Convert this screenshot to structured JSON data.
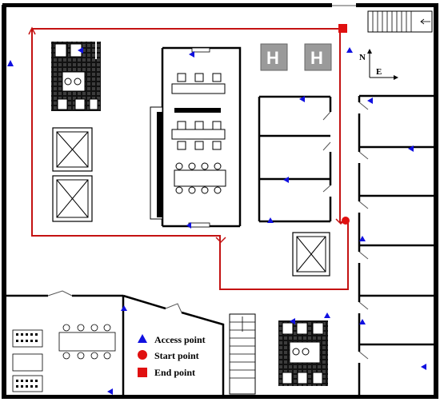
{
  "compass": {
    "north": "N",
    "east": "E"
  },
  "legend": {
    "items": [
      {
        "label": "Access point",
        "color": "#1010e0",
        "shape": "triangle"
      },
      {
        "label": "Start point",
        "color": "#e01010",
        "shape": "circle"
      },
      {
        "label": "End point",
        "color": "#e01010",
        "shape": "square"
      }
    ]
  },
  "helipad": {
    "letter": "H"
  },
  "colors": {
    "route": "#c41212",
    "access": "#1010e0",
    "marker": "#e01010"
  },
  "icons": [
    "access-point-icon",
    "start-point-icon",
    "end-point-icon",
    "elevator-icon",
    "stairs-icon",
    "restroom-icon"
  ]
}
